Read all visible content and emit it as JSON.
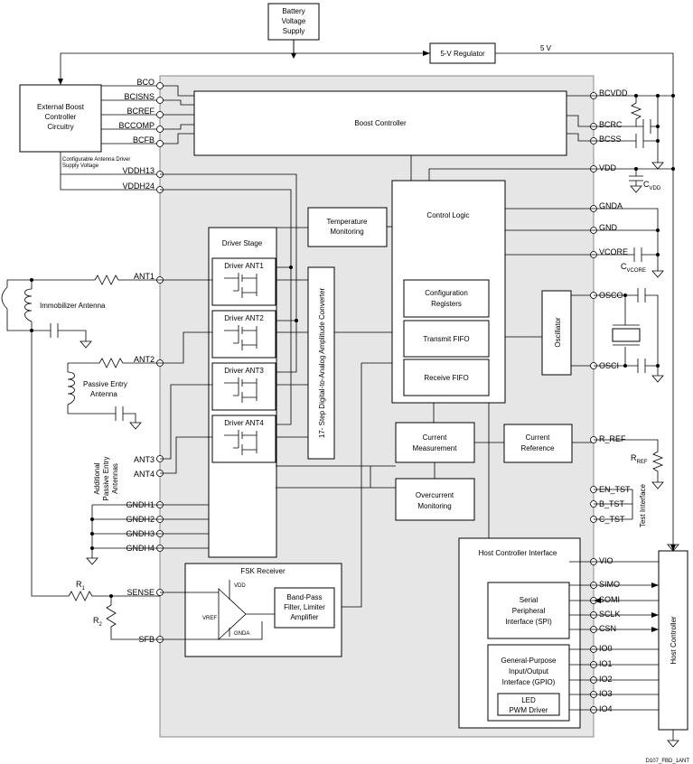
{
  "blocks": {
    "battery": [
      "Battery",
      "Voltage",
      "Supply"
    ],
    "regulator": "5-V Regulator",
    "five_v": "5 V",
    "ext_boost": [
      "External Boost",
      "Controller",
      "Circuitry"
    ],
    "config_note": [
      "Configurable Antenna Driver",
      "Supply Voltage"
    ],
    "boost_controller": "Boost Controller",
    "temp_monitoring": [
      "Temperature",
      "Monitoring"
    ],
    "control_logic": "Control Logic",
    "config_registers": [
      "Configuration",
      "Registers"
    ],
    "transmit_fifo": "Transmit FIFO",
    "receive_fifo": "Receive FIFO",
    "oscillator": "Oscillator",
    "driver_stage": "Driver Stage",
    "drivers": [
      "Driver ANT1",
      "Driver ANT2",
      "Driver ANT3",
      "Driver ANT4"
    ],
    "dac": "17- Step Digital-to-Analog Amplitude Converter",
    "current_measurement": [
      "Current",
      "Measurement"
    ],
    "current_reference": [
      "Current",
      "Reference"
    ],
    "overcurrent": [
      "Overcurrent",
      "Monitoring"
    ],
    "fsk_receiver": "FSK Receiver",
    "bandpass": [
      "Band-Pass",
      "Filter, Limiter",
      "Amplifier"
    ],
    "opamp_vdd": "VDD",
    "opamp_vref": "VREF",
    "opamp_gnda": "GNDA",
    "host_if": "Host Controller Interface",
    "spi": [
      "Serial",
      "Peripheral",
      "Interface (SPI)"
    ],
    "gpio": [
      "General-Purpose",
      "Input/Output",
      "Interface (GPIO)"
    ],
    "led": [
      "LED",
      "PWM Driver"
    ],
    "host_controller": "Host Controller",
    "test_interface": "Test Interface"
  },
  "pins_left_top": [
    "BCO",
    "BCISNS",
    "BCREF",
    "BCCOMP",
    "BCFB"
  ],
  "pins_vddh": [
    "VDDH13",
    "VDDH24"
  ],
  "pins_ant": [
    "ANT1",
    "ANT2",
    "ANT3",
    "ANT4"
  ],
  "pins_gndh": [
    "GNDH1",
    "GNDH2",
    "GNDH3",
    "GNDH4"
  ],
  "pins_sense": [
    "SENSE",
    "SFB"
  ],
  "pins_right": [
    "BCVDD",
    "BCRC",
    "BCSS",
    "VDD",
    "GNDA",
    "GND",
    "VCORE",
    "OSCO",
    "OSCI",
    "R_REF",
    "EN_TST",
    "B_TST",
    "C_TST",
    "VIO",
    "SIMO",
    "SOMI",
    "SCLK",
    "CSN",
    "IO0",
    "IO1",
    "IO2",
    "IO3",
    "IO4"
  ],
  "external": {
    "immobilizer": "Immobilizer Antenna",
    "passive_entry": [
      "Passive Entry",
      "Antenna"
    ],
    "additional": [
      "Additional",
      "Passive Entry",
      "Antennas"
    ],
    "r1": "R",
    "r1_sub": "1",
    "r2": "R",
    "r2_sub": "2",
    "cvdd": "C",
    "cvdd_sub": "VDD",
    "cvcore": "C",
    "cvcore_sub": "VCORE",
    "rref": "R",
    "rref_sub": "REF"
  },
  "footer_code": "D107_FBD_1ANT"
}
